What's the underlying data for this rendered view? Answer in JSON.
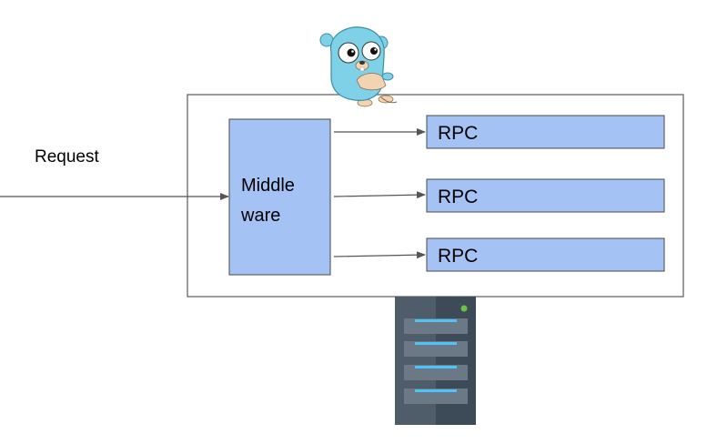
{
  "request": {
    "label": "Request"
  },
  "middleware": {
    "line1": "Middle",
    "line2": "ware"
  },
  "rpcs": [
    {
      "label": "RPC"
    },
    {
      "label": "RPC"
    },
    {
      "label": "RPC"
    }
  ],
  "colors": {
    "box_fill": "#a4c2f4",
    "box_stroke": "#4a4a4a",
    "container_stroke": "#595959",
    "arrow": "#555555",
    "gopher_body": "#7fd1e8",
    "server_dark": "#3d4a57",
    "server_light": "#4f5d6b",
    "server_led": "#6dc23f",
    "server_stripe": "#4fc3f7"
  },
  "icons": {
    "mascot": "gopher-icon",
    "server": "server-icon"
  }
}
